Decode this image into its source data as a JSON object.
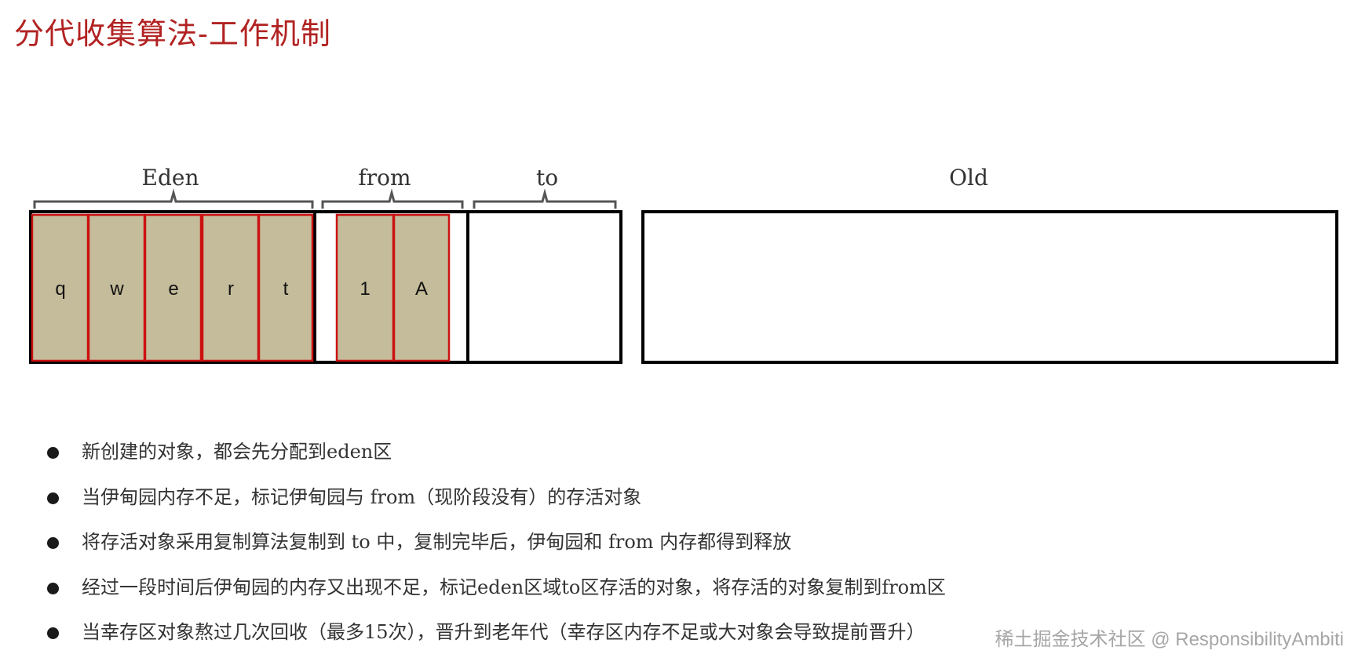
{
  "title": "分代收集算法-工作机制",
  "regions": {
    "eden": "Eden",
    "from": "from",
    "to": "to",
    "old": "Old"
  },
  "eden_cells": [
    "q",
    "w",
    "e",
    "r",
    "t"
  ],
  "from_cells": [
    "1",
    "A"
  ],
  "bullets": [
    "新创建的对象，都会先分配到eden区",
    "当伊甸园内存不足，标记伊甸园与 from（现阶段没有）的存活对象",
    "将存活对象采用复制算法复制到 to 中，复制完毕后，伊甸园和 from 内存都得到释放",
    "经过一段时间后伊甸园的内存又出现不足，标记eden区域to区存活的对象，将存活的对象复制到from区",
    "当幸存区对象熬过几次回收（最多15次），晋升到老年代（幸存区内存不足或大对象会导致提前晋升）"
  ],
  "watermark": "稀土掘金技术社区 @ ResponsibilityAmbiti",
  "colors": {
    "title": "#b22222",
    "cell_fill": "#c4bc9a",
    "cell_border": "#cc1111",
    "frame": "#000000"
  }
}
